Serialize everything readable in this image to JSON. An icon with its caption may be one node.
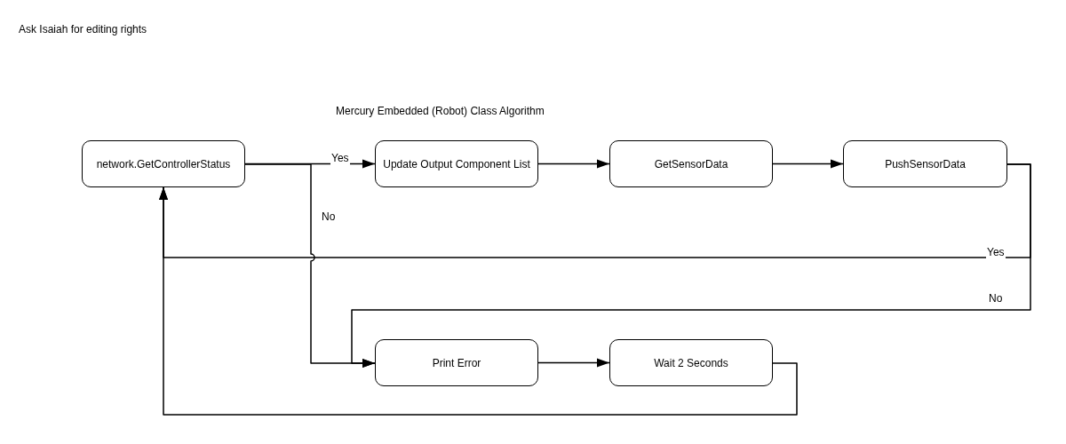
{
  "diagram": {
    "title": "Mercury Embedded (Robot) Class Algorithm",
    "nodes": [
      {
        "text": [
          "network.GetControllerStatus"
        ]
      },
      {
        "text": [
          "Update Output Component List"
        ]
      },
      {
        "text": [
          "GetSensorData"
        ]
      },
      {
        "text": [
          "PushSensorData"
        ]
      },
      {
        "text": [
          "Print Error"
        ]
      },
      {
        "text": [
          "Wait 2 Seconds"
        ]
      }
    ],
    "edges": [
      {
        "from": 0,
        "to": 1,
        "arrow": "to",
        "label": "Yes"
      },
      {
        "from": 0,
        "to": 4,
        "arrow": "to",
        "label": "No"
      },
      {
        "from": 1,
        "to": 2,
        "arrow": "to"
      },
      {
        "from": 2,
        "to": 3,
        "arrow": "to"
      },
      {
        "from": 3,
        "to": 0,
        "arrow": "to",
        "label": "Yes"
      },
      {
        "from": 3,
        "to": 4,
        "arrow": "to",
        "label": "No"
      },
      {
        "from": 4,
        "to": 5,
        "arrow": "to"
      },
      {
        "from": 5,
        "to": 0,
        "arrow": "to"
      }
    ],
    "labels": [
      "Ask Isaiah for editing rights"
    ]
  }
}
